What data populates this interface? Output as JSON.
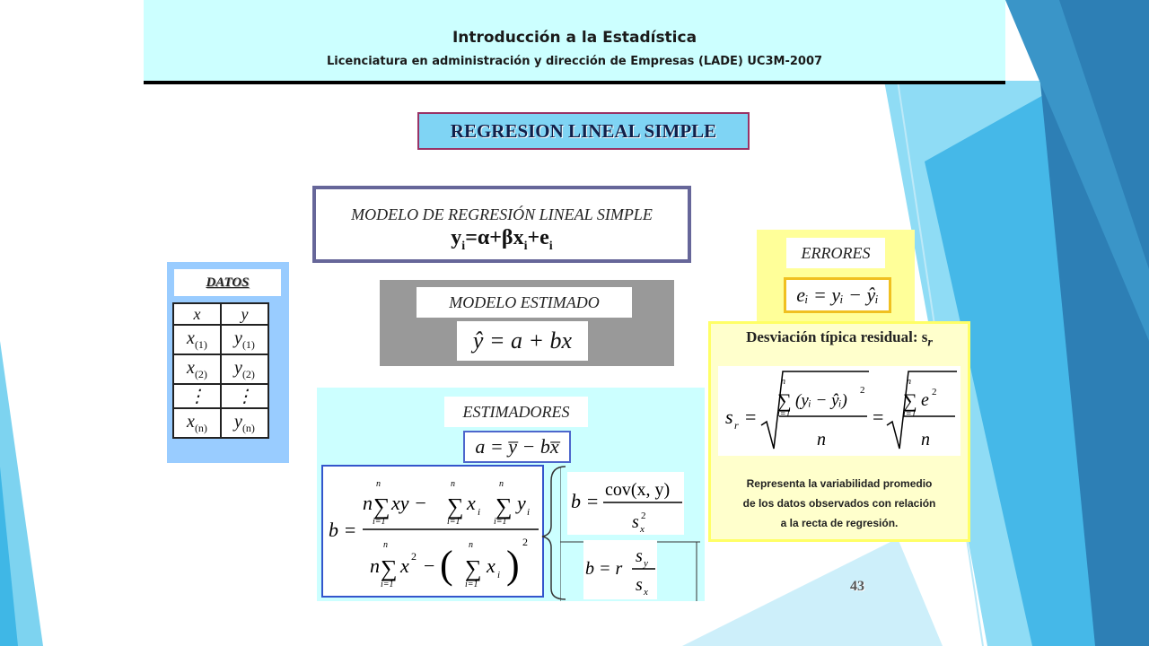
{
  "header": {
    "title": "Introducción a la Estadística",
    "subtitle": "Licenciatura en administración y dirección de Empresas (LADE) UC3M-2007"
  },
  "slide_title": "REGRESION LINEAL SIMPLE",
  "modelo": {
    "label": "MODELO DE REGRESIÓN LINEAL SIMPLE",
    "y": "y",
    "i": "i",
    "eq": "=α+βx",
    "plus_e": "+e"
  },
  "datos": {
    "label": "DATOS",
    "header_x": "x",
    "header_y": "y",
    "rows": [
      {
        "x": "x",
        "xs": "(1)",
        "y": "y",
        "ys": "(1)"
      },
      {
        "x": "x",
        "xs": "(2)",
        "y": "y",
        "ys": "(2)"
      },
      {
        "x": "⋮",
        "xs": "",
        "y": "⋮",
        "ys": ""
      },
      {
        "x": "x",
        "xs": "(n)",
        "y": "y",
        "ys": "(n)"
      }
    ]
  },
  "estimado": {
    "label": "MODELO ESTIMADO",
    "formula": "ŷ = a + bx"
  },
  "estimadores": {
    "label": "ESTIMADORES",
    "a_formula": "a = y̅ − bx̅",
    "b_lhs": "b =",
    "sum_top": "n",
    "sum_bot": "i=1",
    "num_t1": "xy −",
    "num_x": "x",
    "num_y": "y",
    "sub_i": "i",
    "sq": "2",
    "den_x2": "x",
    "den_minus": "−",
    "cov": "cov(x, y)",
    "sx": "s",
    "sx_sub": "x",
    "b_r": "b = r",
    "sy": "s",
    "sy_sub": "y",
    "n": "n"
  },
  "errores": {
    "label": "ERRORES",
    "formula": "eᵢ = yᵢ − ŷᵢ"
  },
  "desviacion": {
    "title": "Desviación típica residual: s",
    "title_sub": "r",
    "sr": "s",
    "sr_sub": "r",
    "eq": "=",
    "num1": "(yᵢ − ŷᵢ)",
    "num2": "e",
    "sq": "2",
    "n": "n",
    "sum_top": "n",
    "sum_bot": "i=1",
    "text_l1": "Representa la variabilidad promedio",
    "text_l2": "de los datos observados con relación",
    "text_l3": "a la recta de regresión."
  },
  "page_number": "43",
  "colors": {
    "header_bg": "#ccffff",
    "title_bg": "#7fd4f4",
    "datos_bg": "#99ccff",
    "estimado_bg": "#999999",
    "errores_bg": "#ffff99",
    "desviacion_bg": "#ffffcc"
  }
}
